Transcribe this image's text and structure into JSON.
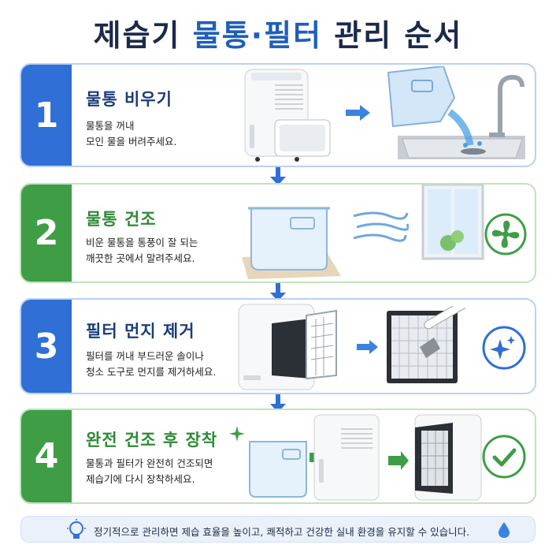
{
  "title": {
    "part1": "제습기 ",
    "part2": "물통·필터",
    "part3": " 관리 순서"
  },
  "steps": [
    {
      "number": "1",
      "title": "물통 비우기",
      "desc": "물통을 꺼내\n모인 물을 버려주세요."
    },
    {
      "number": "2",
      "title": "물통 건조",
      "desc": "비운 물통을 통풍이 잘 되는\n깨끗한 곳에서 말려주세요."
    },
    {
      "number": "3",
      "title": "필터 먼지 제거",
      "desc": "필터를 꺼내 부드러운 솔이나\n청소 도구로 먼지를 제거하세요."
    },
    {
      "number": "4",
      "title": "완전 건조 후 장착",
      "desc": "물통과 필터가 완전히 건조되면\n제습기에 다시 장착하세요."
    }
  ],
  "footer": {
    "text": "정기적으로 관리하면 제습 효율을 높이고, 쾌적하고 건강한 실내 환경을 유지할 수 있습니다."
  },
  "colors": {
    "blue": "#2f6fd6",
    "green": "#3f9e45",
    "title_dark": "#1b2a4a",
    "title_accent": "#1f5fb8"
  },
  "icons": [
    "dehumidifier-icon",
    "water-tank-icon",
    "faucet-sink-icon",
    "wind-icon",
    "fan-badge-icon",
    "window-icon",
    "filter-icon",
    "brush-icon",
    "sparkle-badge-icon",
    "check-badge-icon",
    "lightbulb-icon",
    "water-drop-icon"
  ]
}
